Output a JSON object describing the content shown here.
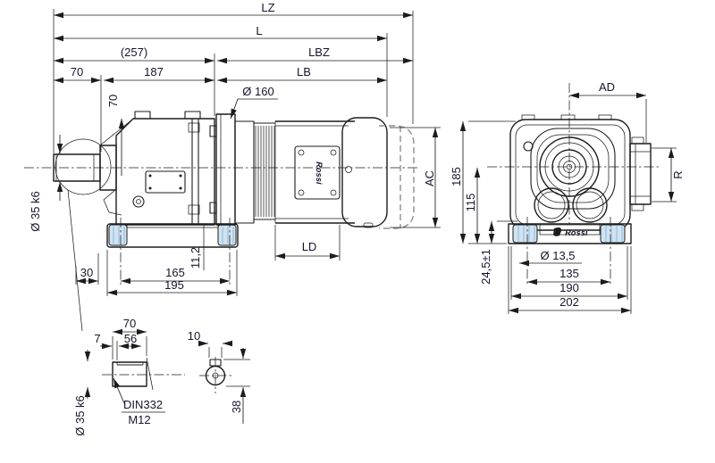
{
  "colors": {
    "line": "#1c1c1c",
    "text": "#15152d",
    "foot_pad": "#cfe3f2",
    "dashed_option": "#8f8f8f",
    "background": "#ffffff"
  },
  "side_view": {
    "dim_lz": "LZ",
    "dim_l": "L",
    "dim_257": "(257)",
    "dim_lbz": "LBZ",
    "dim_70_top": "70",
    "dim_187": "187",
    "dim_lb": "LB",
    "dim_flange": "Ø 160",
    "dim_70_vert": "70",
    "dim_shaft": "Ø 35 k6",
    "dim_ac": "AC",
    "dim_ld": "LD",
    "dim_30": "30",
    "dim_165": "165",
    "dim_195": "195",
    "dim_11_2": "11,2",
    "logo": "Rossi"
  },
  "front_view": {
    "dim_ad": "AD",
    "dim_r": "R",
    "dim_185": "185",
    "dim_115": "115",
    "dim_24_5": "24,5±1",
    "dim_hole": "Ø 13,5",
    "dim_135": "135",
    "dim_190": "190",
    "dim_202": "202",
    "logo": "Rossi"
  },
  "shaft_detail": {
    "dim_70": "70",
    "dim_7": "7",
    "dim_56": "56",
    "dim_shaft": "Ø 35 k6",
    "center_hole": "DIN332",
    "thread": "M12"
  },
  "key_detail": {
    "dim_10": "10",
    "dim_38": "38"
  }
}
